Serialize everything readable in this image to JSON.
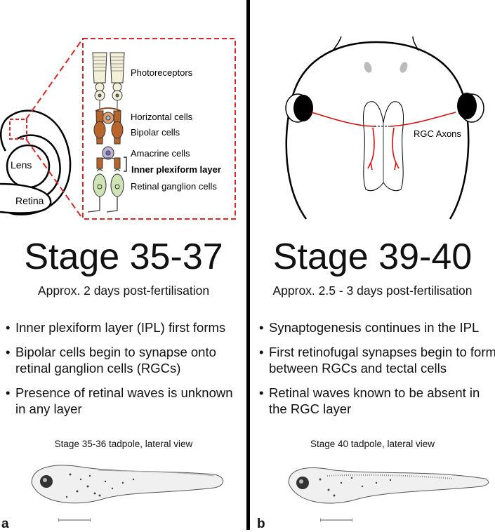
{
  "panel_a": {
    "letter": "a",
    "labels": {
      "photoreceptors": "Photoreceptors",
      "horizontal": "Horizontal cells",
      "bipolar": "Bipolar cells",
      "amacrine": "Amacrine cells",
      "ipl": "Inner plexiform layer",
      "rgc": "Retinal ganglion cells",
      "lens": "Lens",
      "retina": "Retina"
    },
    "title": "Stage 35-37",
    "subtitle": "Approx. 2 days post-fertilisation",
    "bullets": [
      "Inner plexiform layer (IPL) first forms",
      "Bipolar cells begin to synapse onto retinal ganglion cells (RGCs)",
      "Presence of retinal waves is unknown in any layer"
    ],
    "tadpole_caption": "Stage 35-36 tadpole, lateral view"
  },
  "panel_b": {
    "letter": "b",
    "labels": {
      "rgc_axons": "RGC Axons"
    },
    "title": "Stage 39-40",
    "subtitle": "Approx. 2.5 - 3 days post-fertilisation",
    "bullets": [
      "Synaptogenesis continues in the IPL",
      "First retinofugal synapses begin to form between RGCs and tectal cells",
      "Retinal waves known to be absent in the RGC layer"
    ],
    "tadpole_caption": "Stage 40 tadpole, lateral view"
  },
  "colors": {
    "dashed_red": "#d62828",
    "axon_red": "#d01010",
    "photoreceptor_fill": "#f3f0d8",
    "horizontal_fill": "#e0a070",
    "bipolar_fill": "#b8652b",
    "amacrine_fill": "#bdb3d9",
    "rgc_fill": "#cfe3b4"
  }
}
